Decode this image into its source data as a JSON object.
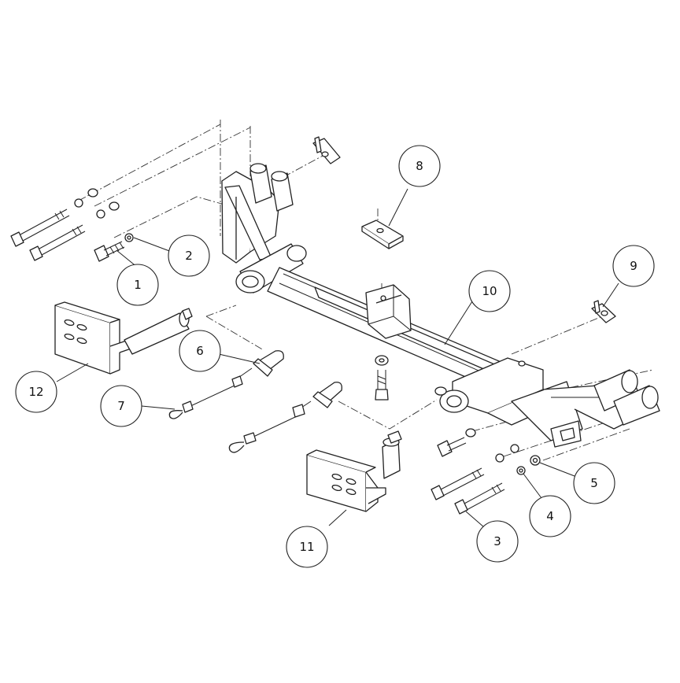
{
  "callouts": [
    {
      "id": 1,
      "label": "1"
    },
    {
      "id": 2,
      "label": "2"
    },
    {
      "id": 3,
      "label": "3"
    },
    {
      "id": 4,
      "label": "4"
    },
    {
      "id": 5,
      "label": "5"
    },
    {
      "id": 6,
      "label": "6"
    },
    {
      "id": 7,
      "label": "7"
    },
    {
      "id": 8,
      "label": "8"
    },
    {
      "id": 9,
      "label": "9"
    },
    {
      "id": 10,
      "label": "10"
    },
    {
      "id": 11,
      "label": "11"
    },
    {
      "id": 12,
      "label": "12"
    }
  ]
}
